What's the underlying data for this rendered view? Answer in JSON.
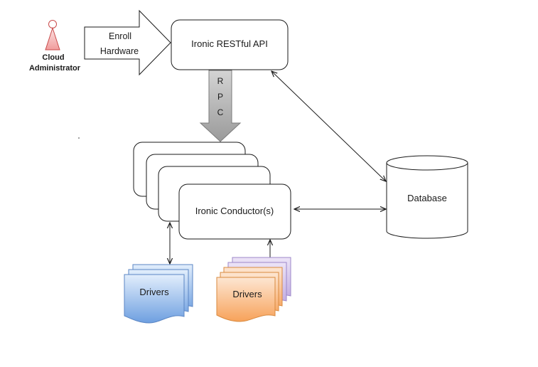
{
  "actor": {
    "line1": "Cloud",
    "line2": "Administrator",
    "icon": "person-icon"
  },
  "enroll_arrow": {
    "line1": "Enroll",
    "line2": "Hardware"
  },
  "api_box": {
    "label": "Ironic RESTful API"
  },
  "rpc_arrow": {
    "letters": [
      "R",
      "P",
      "C"
    ]
  },
  "conductor": {
    "label": "Ironic Conductor(s)",
    "stack_count": 4
  },
  "database": {
    "label": "Database"
  },
  "drivers_blue": {
    "label": "Drivers",
    "color": "#6e9fe0"
  },
  "drivers_orange": {
    "label": "Drivers",
    "color": "#f7a25a"
  },
  "colors": {
    "actor_fill": "#f4b6b6",
    "actor_stroke": "#c94b4b",
    "rpc_arrow": "#a9a9a9",
    "stroke": "#1a1a1a"
  }
}
